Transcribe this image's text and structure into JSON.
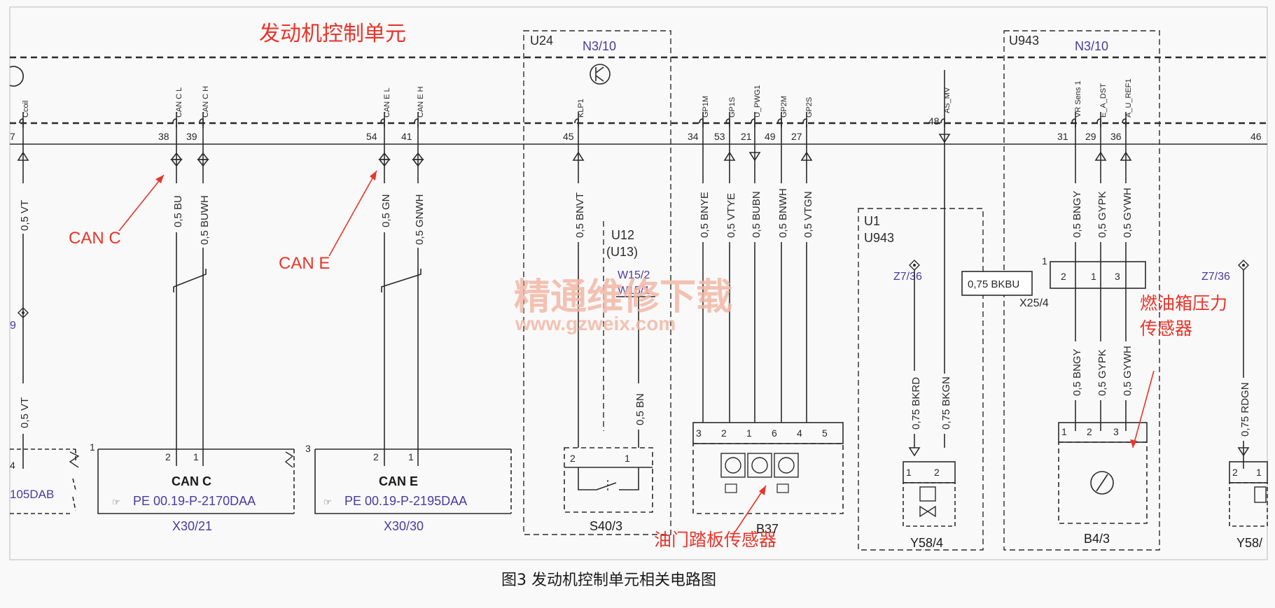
{
  "colors": {
    "line": "#2a2a2a",
    "red": "#e8352a",
    "blue": "#4a3aa0",
    "watermark": "#f2b8a6",
    "caption": "#1a1a1a"
  },
  "header": {
    "ecu_title": "发动机控制单元"
  },
  "boxes": {
    "u24": "U24",
    "u24_ref": "N3/10",
    "u943": "U943",
    "u943_ref": "N3/10",
    "u1": "U1",
    "u1_sub": "U943",
    "u12": "U12",
    "u12_sub": "(U13)",
    "w15_2": "W15/2",
    "w15_1": "W15/1"
  },
  "pins": [
    {
      "num": "7",
      "sig": "Ccoil",
      "wire": "0,5 VT"
    },
    {
      "num": "38",
      "sig": "CAN C L",
      "wire": "0,5 BU"
    },
    {
      "num": "39",
      "sig": "CAN C H",
      "wire": "0,5 BUWH"
    },
    {
      "num": "54",
      "sig": "CAN E L",
      "wire": "0,5 GN"
    },
    {
      "num": "41",
      "sig": "CAN E H",
      "wire": "0,5 GNWH"
    },
    {
      "num": "45",
      "sig": "KLP1",
      "wire": "0,5 BNVT"
    },
    {
      "num": "34",
      "sig": "GP1M",
      "wire": "0,5 BNYE"
    },
    {
      "num": "53",
      "sig": "GP1S",
      "wire": "0,5 VTYE"
    },
    {
      "num": "21",
      "sig": "U_PWG1",
      "wire": "0,5 BUBN"
    },
    {
      "num": "49",
      "sig": "GP2M",
      "wire": "0,5 BNWH"
    },
    {
      "num": "27",
      "sig": "GP2S",
      "wire": "0,5 VTGN"
    },
    {
      "num": "48",
      "sig": "AS_MV",
      "wire": ""
    },
    {
      "num": "31",
      "sig": "VR Sens 1",
      "wire": "0,5 BNGY"
    },
    {
      "num": "29",
      "sig": "E_A_DST",
      "wire": "0,5 GYPK"
    },
    {
      "num": "36",
      "sig": "A_U_REF1",
      "wire": "0,5 GYWH"
    },
    {
      "num": "46",
      "sig": "",
      "wire": ""
    }
  ],
  "lower_wires": {
    "vt_low": "0,5 VT",
    "bn": "0,5 BN",
    "bkrd": "0,75 BKRD",
    "bkgn": "0,75 BKGN",
    "bngy": "0,5 BNGY",
    "gypk": "0,5 GYPK",
    "gywh": "0,5 GYWH",
    "rdgn": "0,75 RDGN"
  },
  "callouts": {
    "can_c": "CAN  C",
    "can_e": "CAN  E",
    "pedal": "油门踏板传感器",
    "tank_1": "燃油箱压力",
    "tank_2": "传感器"
  },
  "splice": {
    "label": "0,75 BKBU"
  },
  "refs": {
    "z736_a": "Z7/36",
    "z736_b": "Z7/36",
    "ref_9": "9",
    "x25_4": "X25/4",
    "x25_pin1": "1"
  },
  "connectors": {
    "dab": "105DAB",
    "dab_pin": "4",
    "canc_title": "CAN C",
    "canc_ref": "PE 00.19-P-2170DAA",
    "canc_id": "X30/21",
    "canc_n1": "1",
    "cane_title": "CAN E",
    "cane_ref": "PE 00.19-P-2195DAA",
    "cane_id": "X30/30",
    "cane_n3": "3",
    "s40": "S40/3",
    "b37": "B37",
    "y58_4": "Y58/4",
    "b4_3": "B4/3",
    "y58_cut": "Y58/",
    "p1": "1",
    "p2": "2",
    "p3": "3",
    "p4": "4",
    "p5": "5",
    "p6": "6"
  },
  "watermark": {
    "main": "精通维修下载",
    "url": "www.gzweix.com"
  },
  "caption": "图3 发动机控制单元相关电路图"
}
